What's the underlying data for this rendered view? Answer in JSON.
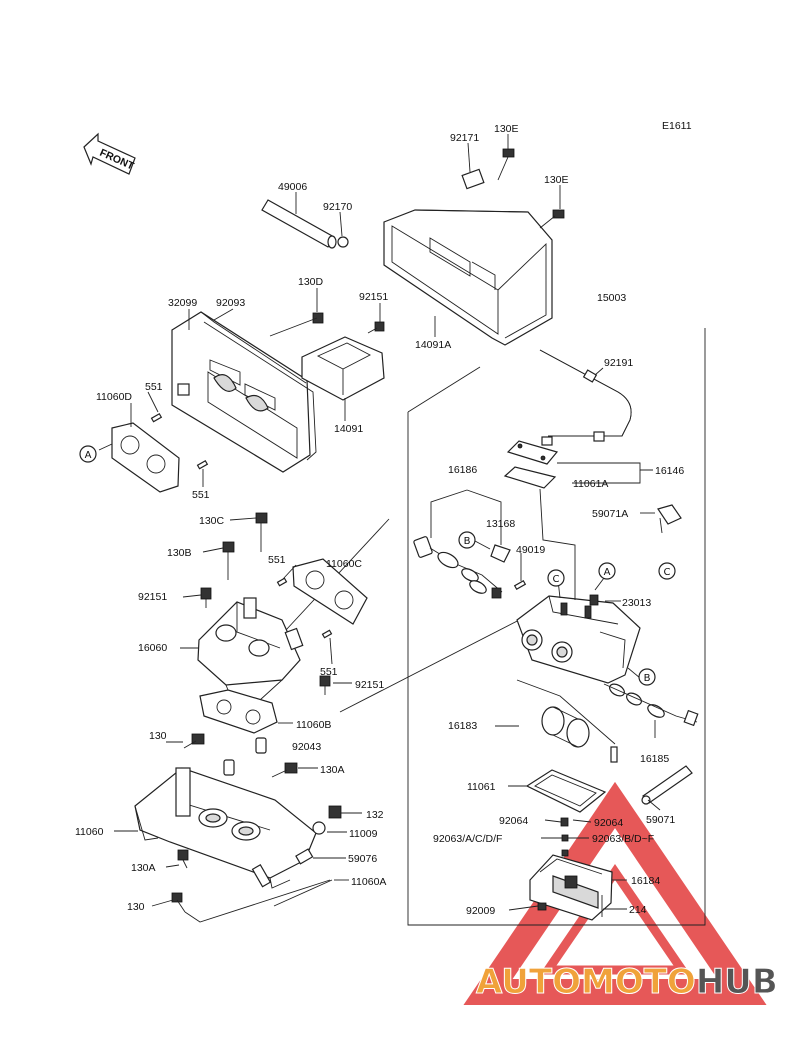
{
  "diagram_code": "E1611",
  "front_marker": "FRONT",
  "watermark": {
    "part1": "AUTO",
    "part2": "MOTO",
    "part3": "HUB",
    "color_red": "#e23b3b",
    "color_orange": "#f0a23a",
    "color_grey": "#555555"
  },
  "refs": {
    "A": "A",
    "B": "B",
    "C": "C"
  },
  "parts": {
    "p92171": "92171",
    "p130E_1": "130E",
    "p130E_2": "130E",
    "p49006": "49006",
    "p92170": "92170",
    "p130D": "130D",
    "p32099": "32099",
    "p92093": "92093",
    "p92151_top": "92151",
    "p15003": "15003",
    "p14091A": "14091A",
    "p551_a": "551",
    "p11060D": "11060D",
    "p14091": "14091",
    "p92191": "92191",
    "p551_b": "551",
    "p16146": "16146",
    "p16186": "16186",
    "p11061A": "11061A",
    "p130C": "130C",
    "p13168": "13168",
    "p59071A": "59071A",
    "p130B": "130B",
    "p551_c": "551",
    "p11060C": "11060C",
    "p49019": "49019",
    "p92151_mid": "92151",
    "p23013": "23013",
    "p16060": "16060",
    "p551_d": "551",
    "p92151_low": "92151",
    "p11060B": "11060B",
    "p16183": "16183",
    "p130": "130",
    "p92043": "92043",
    "p130A_1": "130A",
    "p16185": "16185",
    "p11061": "11061",
    "p132": "132",
    "p92064": "92064",
    "p59071": "59071",
    "p11060": "11060",
    "p11009": "11009",
    "p92063ACDF": "92063/A/C/D/F",
    "p92063BDF": "92063/B/D~F",
    "p130A_2": "130A",
    "p59076": "59076",
    "p16184": "16184",
    "p11060A": "11060A",
    "p130_low": "130",
    "p92009": "92009",
    "p214": "214"
  }
}
